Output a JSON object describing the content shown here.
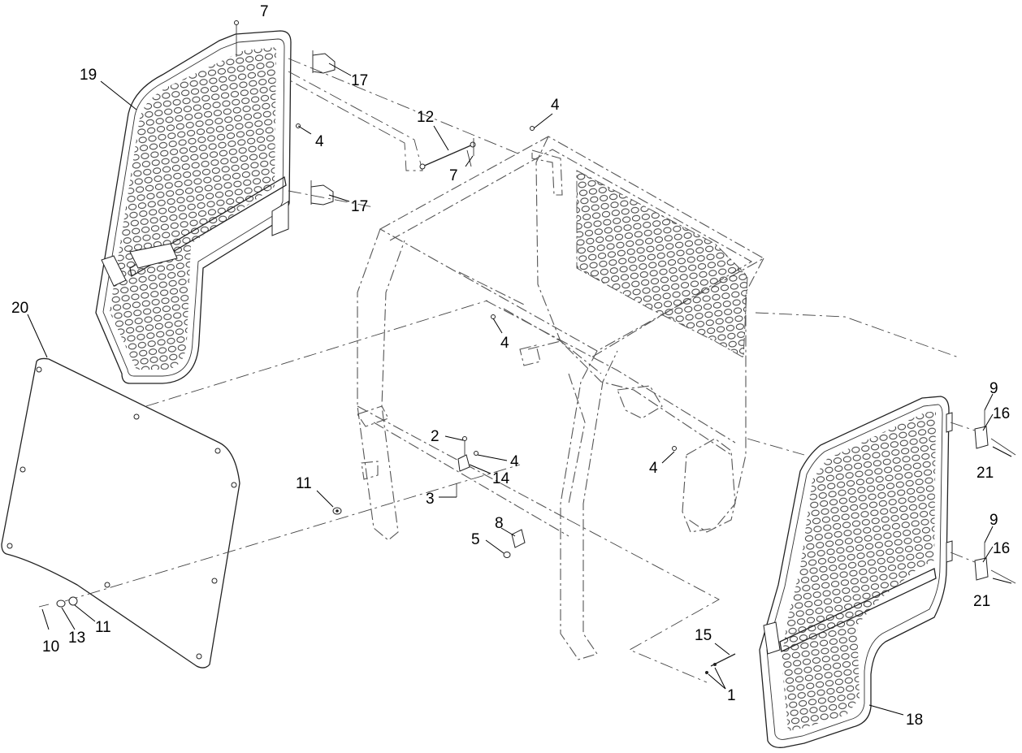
{
  "callouts": [
    {
      "id": "c7a",
      "text": "7"
    },
    {
      "id": "c19",
      "text": "19"
    },
    {
      "id": "c17a",
      "text": "17"
    },
    {
      "id": "c4a",
      "text": "4"
    },
    {
      "id": "c12",
      "text": "12"
    },
    {
      "id": "c7b",
      "text": "7"
    },
    {
      "id": "c4b",
      "text": "4"
    },
    {
      "id": "c17b",
      "text": "17"
    },
    {
      "id": "c20",
      "text": "20"
    },
    {
      "id": "c4c",
      "text": "4"
    },
    {
      "id": "c2",
      "text": "2"
    },
    {
      "id": "c4d",
      "text": "4"
    },
    {
      "id": "c14",
      "text": "14"
    },
    {
      "id": "c3",
      "text": "3"
    },
    {
      "id": "c11a",
      "text": "11"
    },
    {
      "id": "c8",
      "text": "8"
    },
    {
      "id": "c5",
      "text": "5"
    },
    {
      "id": "c4e",
      "text": "4"
    },
    {
      "id": "c9a",
      "text": "9"
    },
    {
      "id": "c16a",
      "text": "16"
    },
    {
      "id": "c21a",
      "text": "21"
    },
    {
      "id": "c9b",
      "text": "9"
    },
    {
      "id": "c16b",
      "text": "16"
    },
    {
      "id": "c21b",
      "text": "21"
    },
    {
      "id": "c10",
      "text": "10"
    },
    {
      "id": "c13",
      "text": "13"
    },
    {
      "id": "c11b",
      "text": "11"
    },
    {
      "id": "c15",
      "text": "15"
    },
    {
      "id": "c1",
      "text": "1"
    },
    {
      "id": "c18",
      "text": "18"
    }
  ]
}
